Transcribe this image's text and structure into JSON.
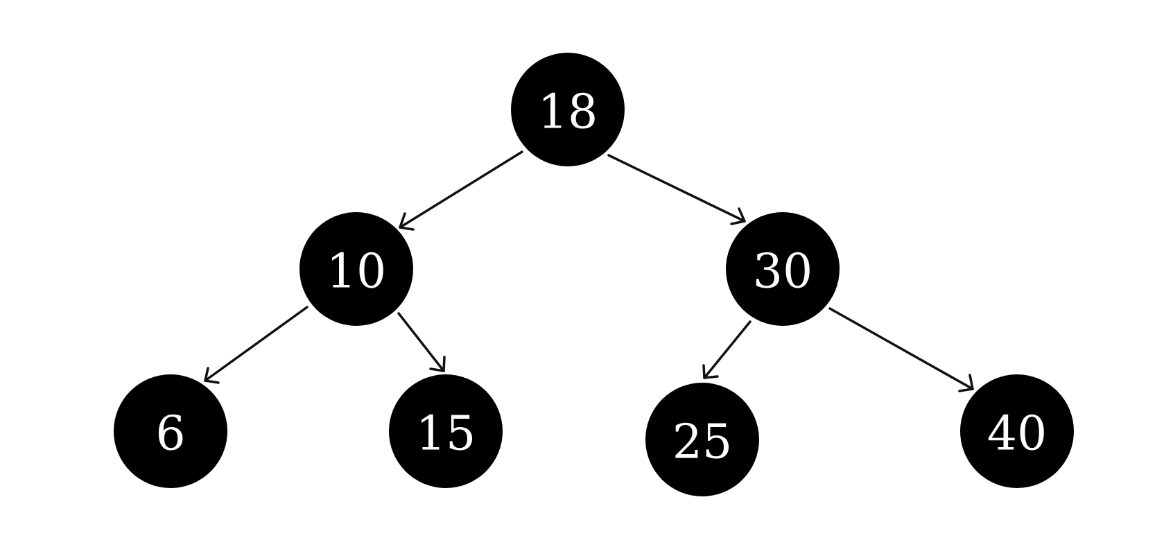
{
  "tree": {
    "nodes": [
      {
        "id": "n18",
        "label": "18"
      },
      {
        "id": "n10",
        "label": "10"
      },
      {
        "id": "n30",
        "label": "30"
      },
      {
        "id": "n6",
        "label": "6"
      },
      {
        "id": "n15",
        "label": "15"
      },
      {
        "id": "n25",
        "label": "25"
      },
      {
        "id": "n40",
        "label": "40"
      }
    ],
    "edges": [
      {
        "from": "n18",
        "to": "n10"
      },
      {
        "from": "n18",
        "to": "n30"
      },
      {
        "from": "n10",
        "to": "n6"
      },
      {
        "from": "n10",
        "to": "n15"
      },
      {
        "from": "n30",
        "to": "n25"
      },
      {
        "from": "n30",
        "to": "n40"
      }
    ]
  },
  "colors": {
    "node_fill": "#000000",
    "node_text": "#ffffff",
    "edge": "#111111",
    "background": "#ffffff"
  }
}
